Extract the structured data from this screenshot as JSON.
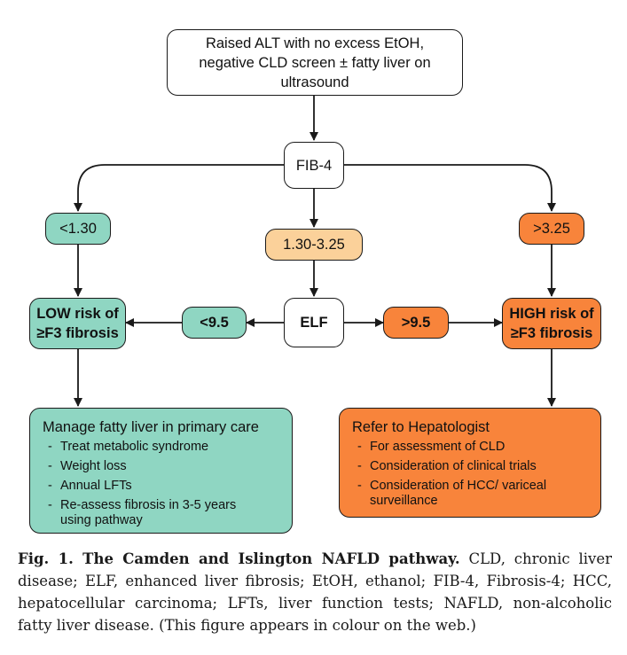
{
  "nodes": {
    "start": {
      "lines": [
        "Raised ALT with no excess EtOH,",
        "negative CLD screen ± fatty liver on",
        "ultrasound"
      ]
    },
    "fib4": "FIB-4",
    "fib_low": "<1.30",
    "fib_mid": "1.30-3.25",
    "fib_high": ">3.25",
    "elf": "ELF",
    "elf_low": "<9.5",
    "elf_high": ">9.5",
    "low_risk": {
      "lines": [
        "LOW risk of",
        "≥F3 fibrosis"
      ]
    },
    "high_risk": {
      "lines": [
        "HIGH risk of",
        "≥F3 fibrosis"
      ]
    }
  },
  "panels": {
    "primary_care": {
      "title": "Manage fatty liver in primary care",
      "items": [
        "Treat metabolic syndrome",
        "Weight loss",
        "Annual LFTs",
        "Re-assess fibrosis in 3-5 years using pathway"
      ]
    },
    "hepatologist": {
      "title": "Refer to Hepatologist",
      "items": [
        "For assessment of CLD",
        "Consideration of clinical trials",
        "Consideration of HCC/ variceal surveillance"
      ]
    }
  },
  "bullet_marker": "-",
  "caption": {
    "lead": "Fig. 1. The Camden and Islington NAFLD pathway.",
    "text": " CLD, chronic liver disease; ELF, enhanced liver fibrosis; EtOH, ethanol; FIB-4, Fibrosis-4; HCC, hepatocellular carcinoma; LFTs, liver function tests; NAFLD, non-alcoholic fatty liver disease. (This figure appears in colour on the web.)"
  },
  "colors": {
    "teal": "#8fd6c2",
    "peach": "#fbd19a",
    "orange": "#f8843b",
    "line": "#1a1a1a"
  }
}
